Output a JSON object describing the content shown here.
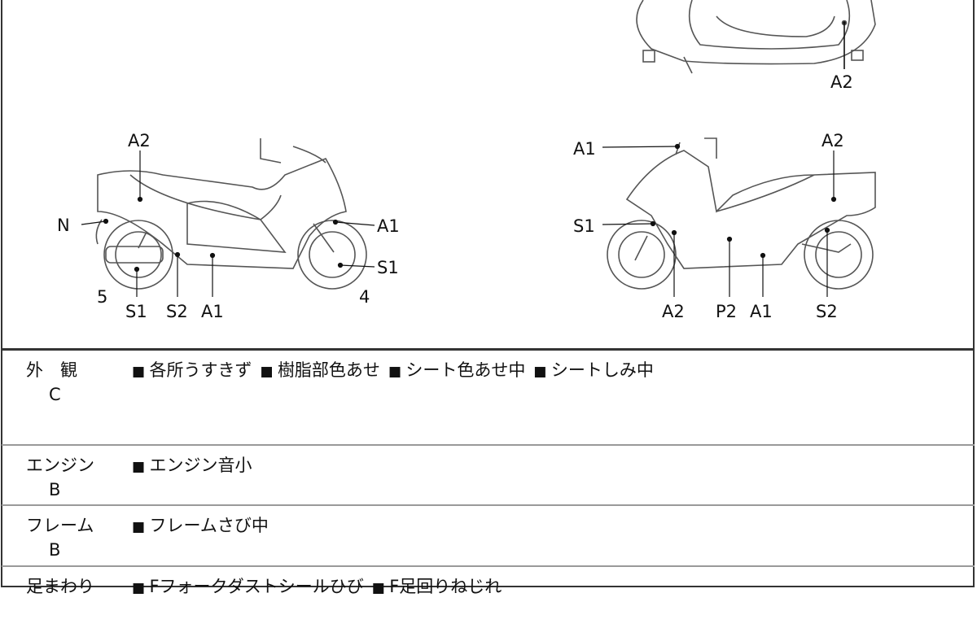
{
  "diagram": {
    "top_view": {
      "labels": [
        "A2"
      ]
    },
    "left_view": {
      "labels": [
        "A2",
        "N",
        "A1",
        "S1",
        "5",
        "4",
        "S1",
        "S2",
        "A1"
      ]
    },
    "right_view": {
      "labels": [
        "A1",
        "A2",
        "S1",
        "A2",
        "P2",
        "A1",
        "S2"
      ]
    }
  },
  "rows": [
    {
      "category": "外　観",
      "grade": "C",
      "items": [
        "各所うすきず",
        "樹脂部色あせ",
        "シート色あせ中",
        "シートしみ中"
      ]
    },
    {
      "category": "エンジン",
      "grade": "B",
      "items": [
        "エンジン音小"
      ]
    },
    {
      "category": "フレーム",
      "grade": "B",
      "items": [
        "フレームさび中"
      ]
    },
    {
      "category": "足まわり",
      "grade": "",
      "items": [
        "Fフォークダストシールひび",
        "F足回りねじれ"
      ]
    }
  ]
}
